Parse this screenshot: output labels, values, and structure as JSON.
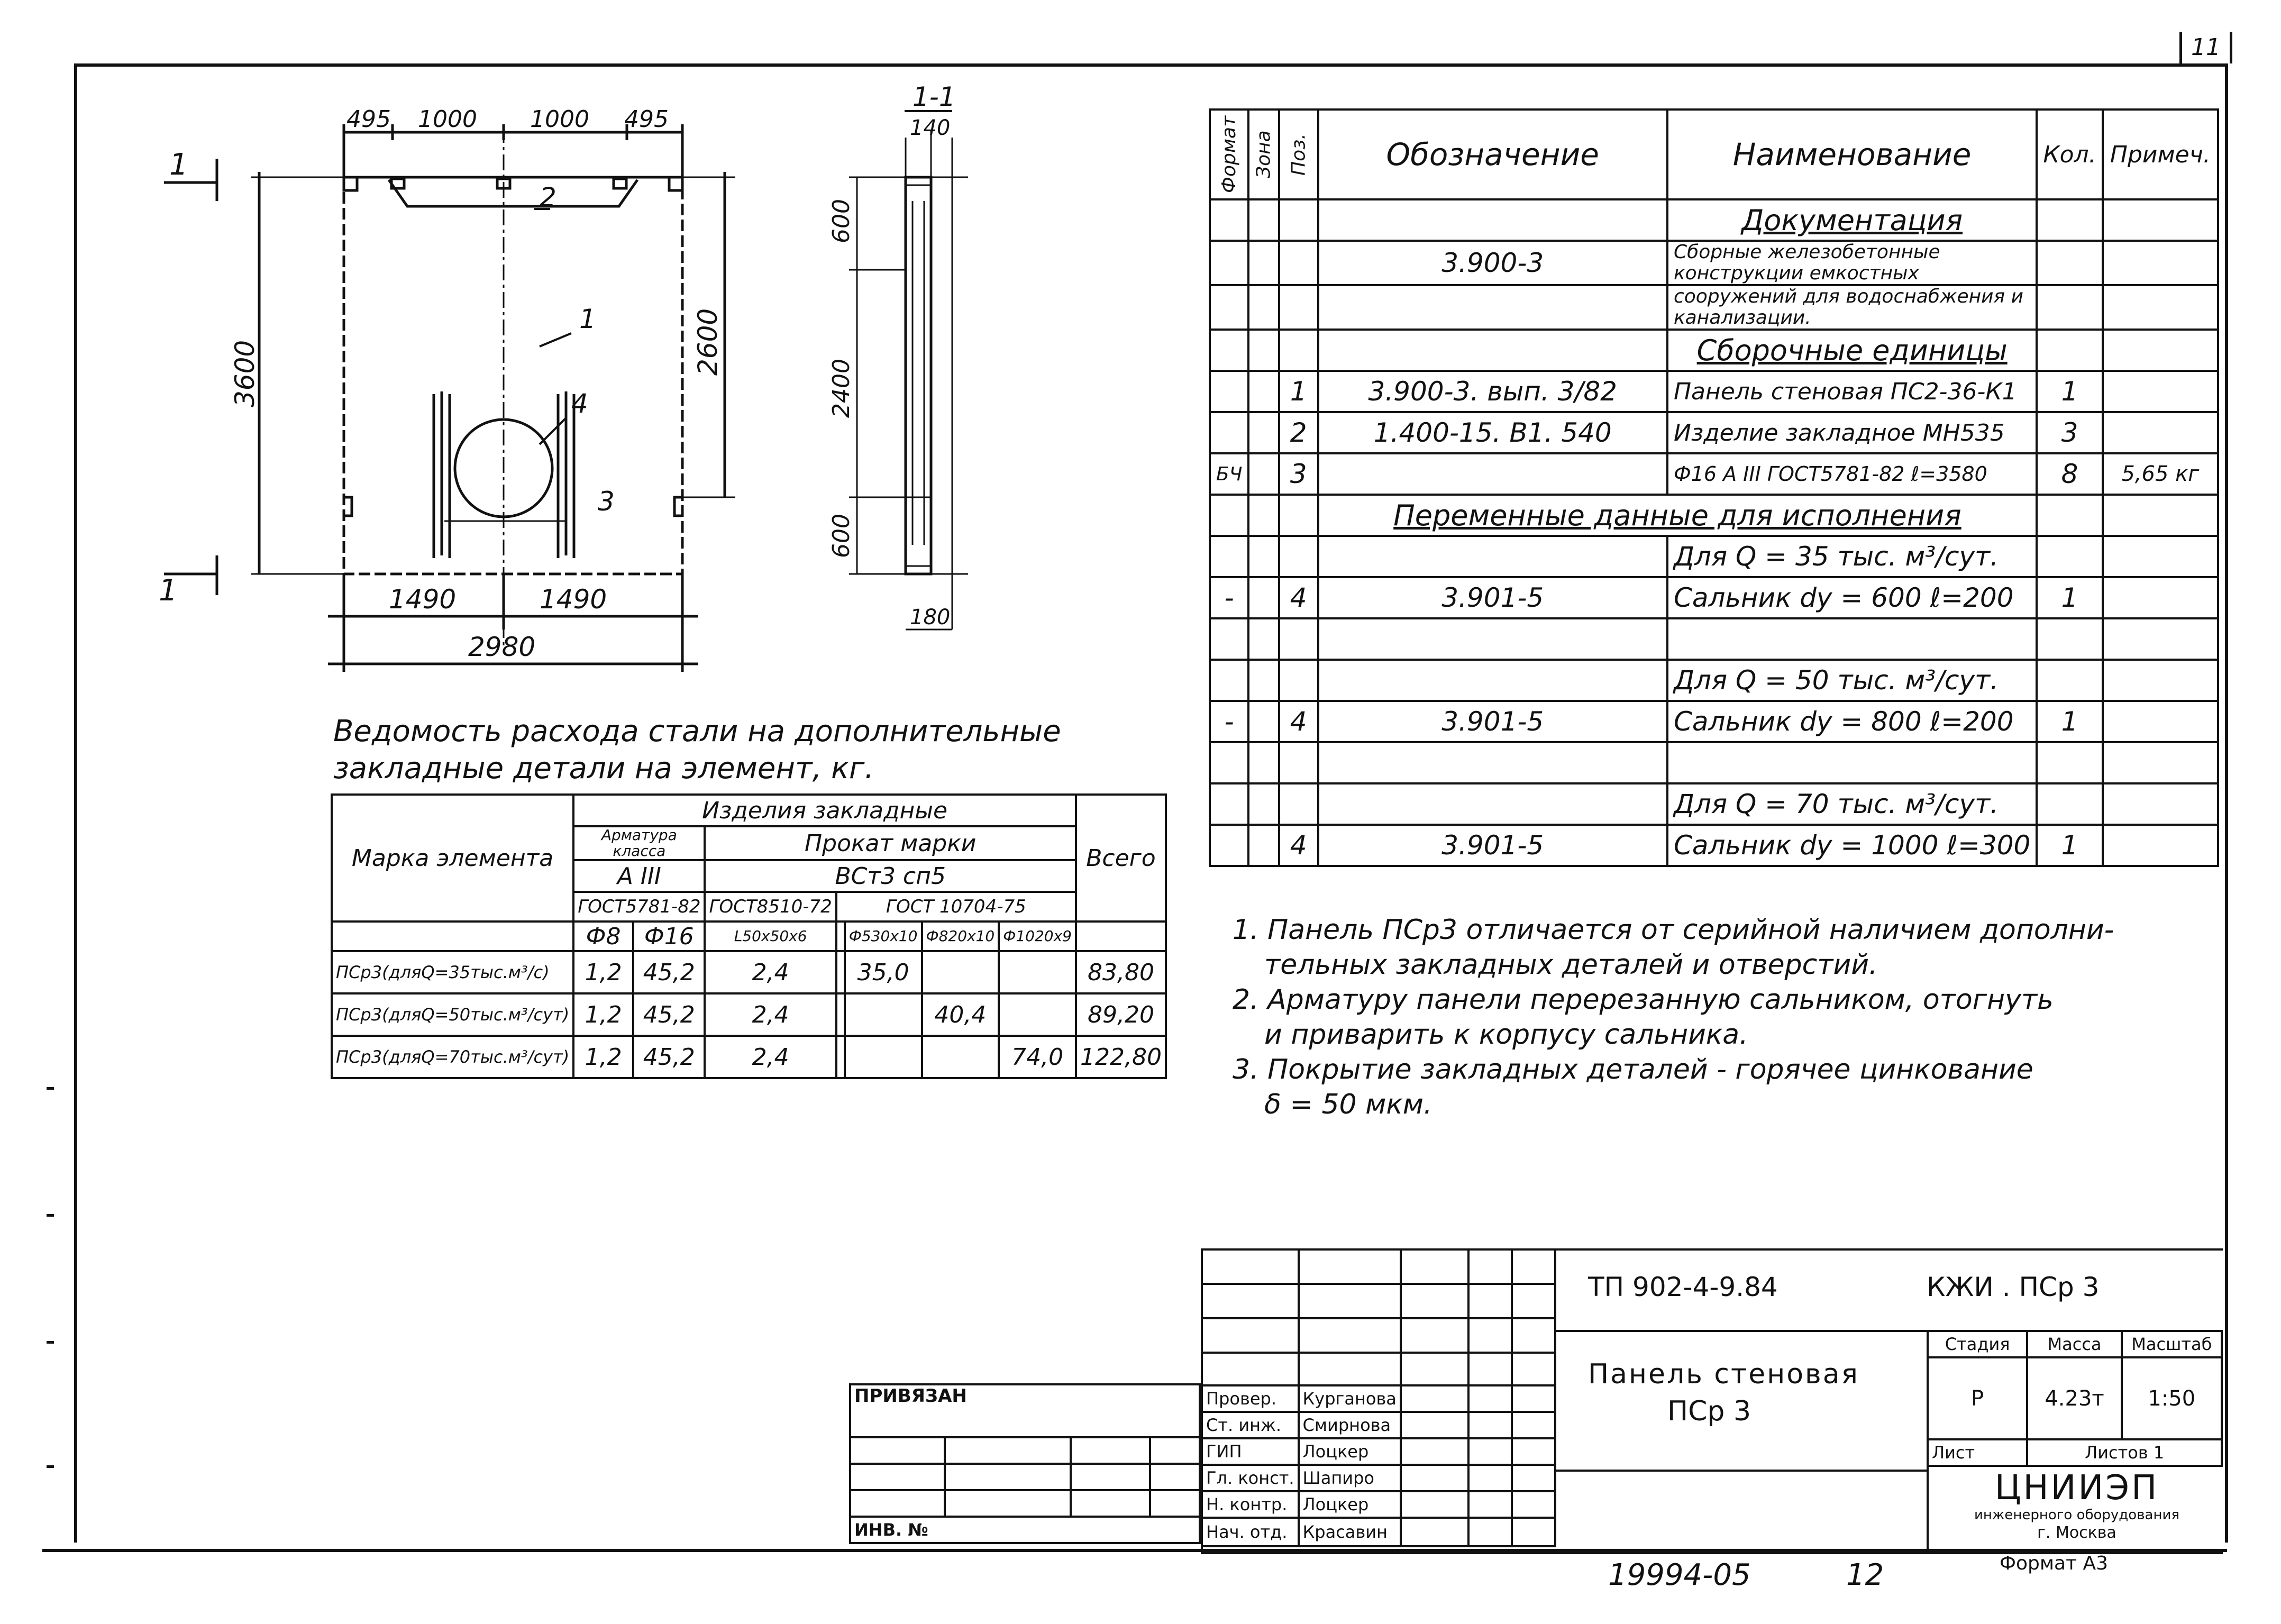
{
  "sheet": {
    "page_number": "11"
  },
  "drawing": {
    "dims_top": [
      "495",
      "1000",
      "1000",
      "495"
    ],
    "dims_bottom": [
      "1490",
      "1490"
    ],
    "dim_total_width": "2980",
    "dim_height": "3600",
    "dim_upper": "2600",
    "section_dims": [
      "600",
      "2400",
      "600"
    ],
    "section_title": "1-1",
    "section_top": "140",
    "section_bottom": "180",
    "section_mark": "1",
    "callouts": [
      "1",
      "2",
      "3",
      "4"
    ]
  },
  "steel_table": {
    "title_line1": "Ведомость расхода стали на дополнительные",
    "title_line2": "закладные детали на элемент, кг.",
    "h_items": "Изделия закладные",
    "h_mark": "Марка элемента",
    "h_rebar": "Арматура класса",
    "h_rebar_class": "А III",
    "h_rolled": "Прокат марки",
    "h_rolled_grade": "ВСт3 сп5",
    "h_total": "Всего",
    "h_gost1": "ГОСТ5781-82",
    "h_gost2": "ГОСТ8510-72",
    "h_gost3": "ГОСТ 10704-75",
    "h_d8": "Ф8",
    "h_d16": "Ф16",
    "h_c3": "L50x50x6",
    "h_c4": "",
    "h_c5": "Ф530x10",
    "h_c6": "Ф820x10",
    "h_c7": "Ф1020x9",
    "rows": [
      {
        "mark": "ПСр3(дляQ=35тыс.м³/с)",
        "d8": "1,2",
        "d16": "45,2",
        "c3": "2,4",
        "c4": "",
        "c5": "35,0",
        "c6": "",
        "c7": "",
        "total": "83,80"
      },
      {
        "mark": "ПСр3(дляQ=50тыс.м³/сут)",
        "d8": "1,2",
        "d16": "45,2",
        "c3": "2,4",
        "c4": "",
        "c5": "",
        "c6": "40,4",
        "c7": "",
        "total": "89,20"
      },
      {
        "mark": "ПСр3(дляQ=70тыс.м³/сут)",
        "d8": "1,2",
        "d16": "45,2",
        "c3": "2,4",
        "c4": "",
        "c5": "",
        "c6": "",
        "c7": "74,0",
        "total": "122,80"
      }
    ]
  },
  "spec": {
    "headers": {
      "format": "Формат",
      "zone": "Зона",
      "pos": "Поз.",
      "designation": "Обозначение",
      "name": "Наименование",
      "qty": "Кол.",
      "note": "Примеч."
    },
    "sec_docs": "Документация",
    "doc_code": "3.900-3",
    "doc_name1": "Сборные железобетонные конструкции емкостных",
    "doc_name2": "сооружений для водоснабжения и канализации.",
    "sec_assembly": "Сборочные единицы",
    "rows": [
      {
        "fmt": "",
        "pos": "1",
        "code": "3.900-3. вып. 3/82",
        "name": "Панель стеновая ПС2-36-К1",
        "qty": "1",
        "note": ""
      },
      {
        "fmt": "",
        "pos": "2",
        "code": "1.400-15. В1. 540",
        "name": "Изделие закладное МН535",
        "qty": "3",
        "note": ""
      },
      {
        "fmt": "БЧ",
        "pos": "3",
        "code": "",
        "name": "Ф16 А III ГОСТ5781-82 ℓ=3580",
        "qty": "8",
        "note": "5,65 кг"
      }
    ],
    "sec_variable": "Переменные данные для исполнения",
    "variants": [
      {
        "cond": "Для Q = 35 тыс. м³/сут.",
        "fmt": "-",
        "pos": "4",
        "code": "3.901-5",
        "name": "Сальник dy = 600 ℓ=200",
        "qty": "1"
      },
      {
        "cond": "Для Q = 50 тыс. м³/сут.",
        "fmt": "-",
        "pos": "4",
        "code": "3.901-5",
        "name": "Сальник dy = 800 ℓ=200",
        "qty": "1"
      },
      {
        "cond": "Для Q = 70 тыс. м³/сут.",
        "fmt": "",
        "pos": "4",
        "code": "3.901-5",
        "name": "Сальник dy = 1000 ℓ=300",
        "qty": "1"
      }
    ]
  },
  "notes": [
    "1. Панель ПСр3 отличается от серийной наличием дополни-",
    "тельных закладных деталей и отверстий.",
    "2. Арматуру панели перерезанную сальником, отогнуть",
    "и приварить к корпусу сальника.",
    "3. Покрытие закладных деталей - горячее цинкование",
    "δ = 50 мкм."
  ],
  "title_block": {
    "bound": "ПРИВЯЗАН",
    "inv_no": "ИНВ. №",
    "project": "ТП 902-4-9.84",
    "mark": "КЖИ . ПСр 3",
    "title1": "Панель стеновая",
    "title2": "ПСр 3",
    "stage_h": "Стадия",
    "mass_h": "Масса",
    "scale_h": "Масштаб",
    "stage": "Р",
    "mass": "4.23т",
    "scale": "1:50",
    "sheet": "Лист",
    "sheets": "Листов 1",
    "org1": "ЦНИИЭП",
    "org2": "инженерного оборудования",
    "org3": "г. Москва",
    "format": "Формат А3",
    "roles": [
      {
        "role": "Провер.",
        "name": "Курганова"
      },
      {
        "role": "Ст. инж.",
        "name": "Смирнова"
      },
      {
        "role": "ГИП",
        "name": "Лоцкер"
      },
      {
        "role": "Гл. конст.",
        "name": "Шапиро"
      },
      {
        "role": "Н. контр.",
        "name": "Лоцкер"
      },
      {
        "role": "Нач. отд.",
        "name": "Красавин"
      }
    ]
  },
  "footer": {
    "archive_no": "19994-05",
    "page": "12"
  }
}
